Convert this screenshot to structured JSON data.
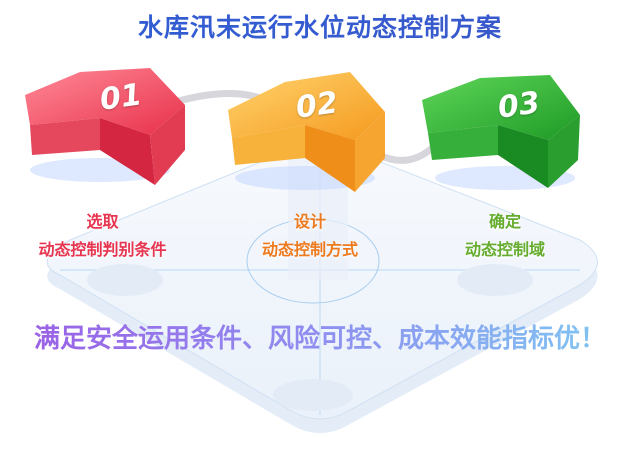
{
  "title": "水库汛末运行水位动态控制方案",
  "steps": [
    {
      "number": "01",
      "line1": "选取",
      "line2": "动态控制判别条件",
      "color": "#e8354f"
    },
    {
      "number": "02",
      "line1": "设计",
      "line2": "动态控制方式",
      "color": "#ee7a1e"
    },
    {
      "number": "03",
      "line1": "确定",
      "line2": "动态控制域",
      "color": "#66ad2e"
    }
  ],
  "slogan": "满足安全运用条件、风险可控、成本效能指标优！"
}
